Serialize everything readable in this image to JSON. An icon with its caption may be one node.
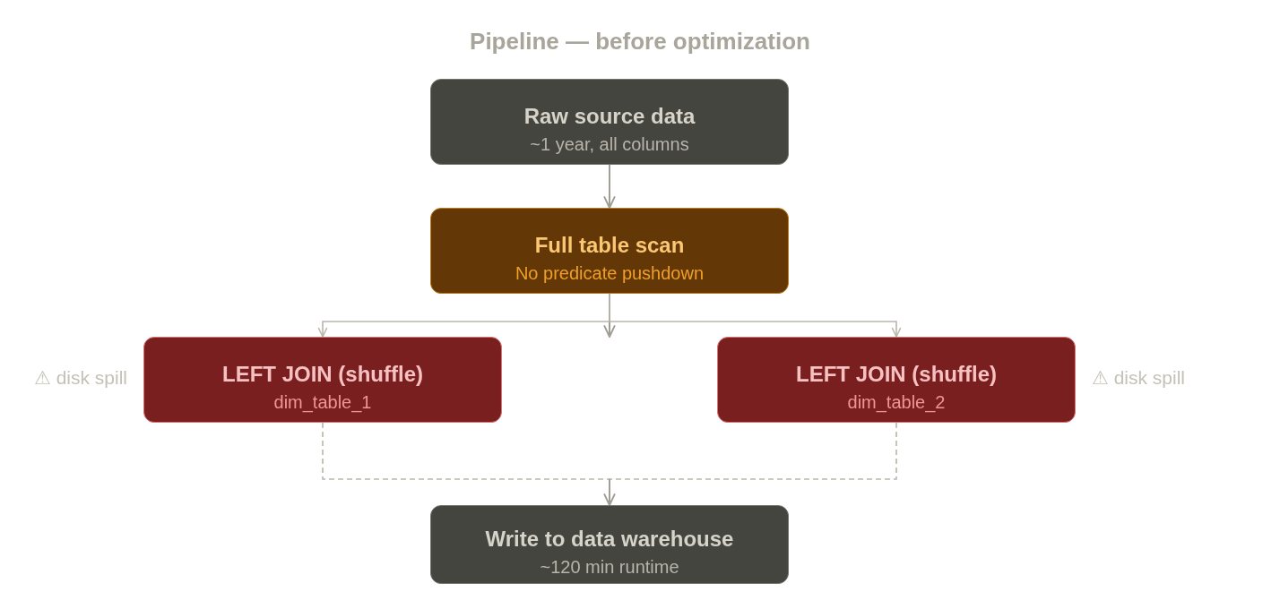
{
  "diagram": {
    "title": "Pipeline — before optimization",
    "nodes": [
      {
        "text": [
          "Raw source data",
          "~1 year, all columns"
        ]
      },
      {
        "text": [
          "Full table scan",
          "No predicate pushdown"
        ]
      },
      {
        "text": [
          "LEFT JOIN (shuffle)",
          "dim_table_1"
        ],
        "beside": [
          "⚠ disk spill"
        ]
      },
      {
        "text": [
          "LEFT JOIN (shuffle)",
          "dim_table_2"
        ],
        "beside": [
          "⚠ disk spill"
        ]
      },
      {
        "text": [
          "Write to data warehouse",
          "~120 min runtime"
        ]
      }
    ],
    "edges": [
      {
        "from": 0,
        "to": 1,
        "arrow": "to",
        "color": "#a09e96"
      },
      {
        "from": 1,
        "to": 2,
        "arrow": "to"
      },
      {
        "from": 1,
        "to": null,
        "arrow": "to",
        "color": "#a09e96"
      },
      {
        "from": 1,
        "to": 3,
        "arrow": "to"
      },
      {
        "from": 2,
        "to": 4,
        "arrow": "to",
        "style": "dashed"
      },
      {
        "from": 3,
        "to": 4,
        "arrow": "to",
        "style": "dashed"
      }
    ]
  }
}
